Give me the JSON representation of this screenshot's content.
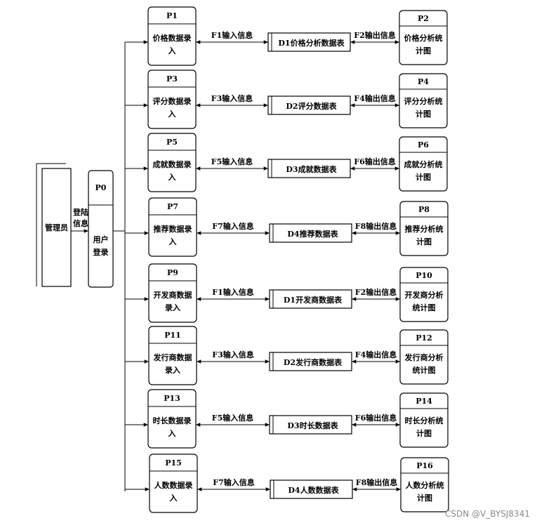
{
  "entity": {
    "label": "管理员"
  },
  "login_flow": {
    "line1": "登陆",
    "line2": "信息"
  },
  "login_process": {
    "id": "P0",
    "line1": "用户",
    "line2": "登录"
  },
  "rows": [
    {
      "input": {
        "id": "P1",
        "line1": "价格数据录",
        "line2": "入"
      },
      "in_flow": "F1输入信息",
      "store": "D1价格分析数据表",
      "out_flow": "F2输出信息",
      "output": {
        "id": "P2",
        "line1": "价格分析统",
        "line2": "计图"
      }
    },
    {
      "input": {
        "id": "P3",
        "line1": "评分数据录",
        "line2": "入"
      },
      "in_flow": "F3输入信息",
      "store": "D2评分数据表",
      "out_flow": "F4输出信息",
      "output": {
        "id": "P4",
        "line1": "评分分析统",
        "line2": "计图"
      }
    },
    {
      "input": {
        "id": "P5",
        "line1": "成就数据录",
        "line2": "入"
      },
      "in_flow": "F5输入信息",
      "store": "D3成就数据表",
      "out_flow": "F6输出信息",
      "output": {
        "id": "P6",
        "line1": "成就分析统",
        "line2": "计图"
      }
    },
    {
      "input": {
        "id": "P7",
        "line1": "推荐数据录",
        "line2": "入"
      },
      "in_flow": "F7输入信息",
      "store": "D4推荐数据表",
      "out_flow": "F8输出信息",
      "output": {
        "id": "P8",
        "line1": "推荐分析统",
        "line2": "计图"
      }
    },
    {
      "input": {
        "id": "P9",
        "line1": "开发商数据",
        "line2": "录入"
      },
      "in_flow": "F1输入信息",
      "store": "D1开发商数据表",
      "out_flow": "F2输出信息",
      "output": {
        "id": "P10",
        "line1": "开发商分析",
        "line2": "统计图"
      }
    },
    {
      "input": {
        "id": "P11",
        "line1": "发行商数据",
        "line2": "录入"
      },
      "in_flow": "F3输入信息",
      "store": "D2发行商数据表",
      "out_flow": "F4输出信息",
      "output": {
        "id": "P12",
        "line1": "发行商分析",
        "line2": "统计图"
      }
    },
    {
      "input": {
        "id": "P13",
        "line1": "时长数据录",
        "line2": "入"
      },
      "in_flow": "F5输入信息",
      "store": "D3时长数据表",
      "out_flow": "F6输出信息",
      "output": {
        "id": "P14",
        "line1": "时长分析统",
        "line2": "计图"
      }
    },
    {
      "input": {
        "id": "P15",
        "line1": "人数数据录",
        "line2": "入"
      },
      "in_flow": "F7输入信息",
      "store": "D4人数数据表",
      "out_flow": "F8输出信息",
      "output": {
        "id": "P16",
        "line1": "人数分析统",
        "line2": "计图"
      }
    }
  ],
  "watermark": "CSDN @V_BYSJ8341"
}
